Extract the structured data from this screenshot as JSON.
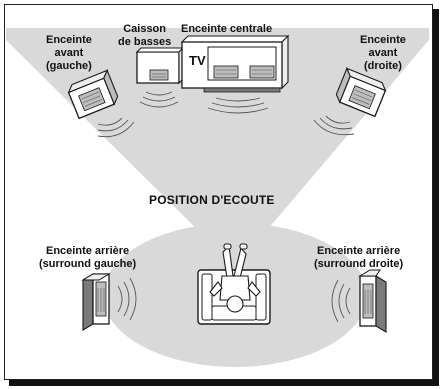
{
  "labels": {
    "center": "Enceinte centrale",
    "subwoofer": [
      "Caisson",
      "de basses"
    ],
    "front_left": [
      "Enceinte",
      "avant",
      "(gauche)"
    ],
    "front_right": [
      "Enceinte",
      "avant",
      "(droite)"
    ],
    "rear_left": [
      "Enceinte arrière",
      "(surround gauche)"
    ],
    "rear_right": [
      "Enceinte arrière",
      "(surround droite)"
    ],
    "listening_position": "POSITION D'ECOUTE",
    "tv": "TV"
  },
  "colors": {
    "beam": "#d9d9d9",
    "floor": "#d9d9d9",
    "speaker_face": "#bdbdbd",
    "speaker_dark": "#7a7a7a",
    "outline": "#1a1a1a"
  }
}
